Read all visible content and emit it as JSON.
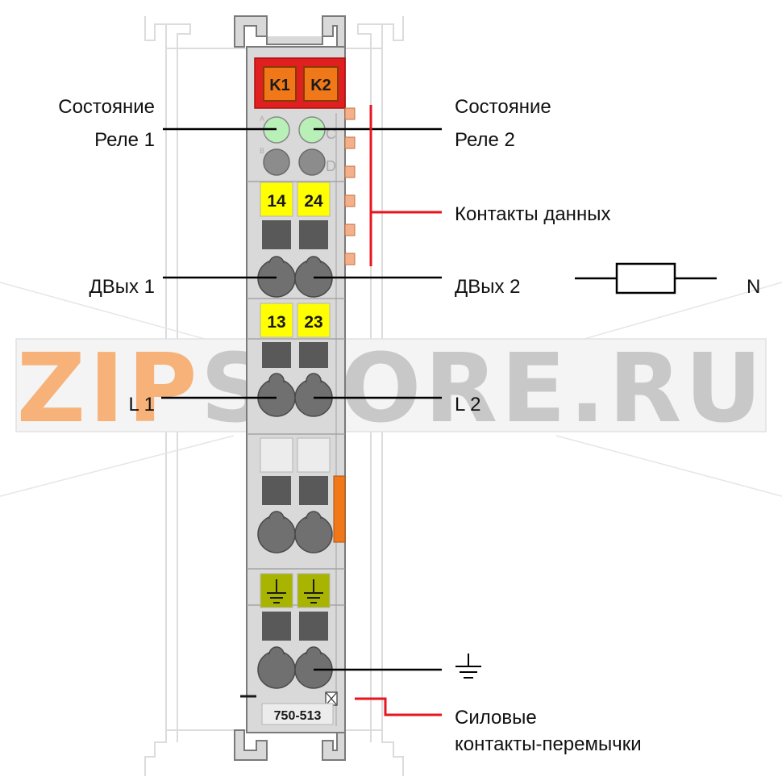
{
  "module": {
    "part_number": "750-513",
    "switch_labels": [
      "K1",
      "K2"
    ],
    "led_letters": [
      "A",
      "B",
      "C",
      "D"
    ],
    "terminal_labels_top": [
      "14",
      "24"
    ],
    "terminal_labels_mid": [
      "13",
      "23"
    ]
  },
  "labels": {
    "status_relay1_line1": "Состояние",
    "status_relay1_line2": "Реле 1",
    "status_relay2_line1": "Состояние",
    "status_relay2_line2": "Реле 2",
    "data_contacts": "Контакты данных",
    "output1": "ДВых 1",
    "output2": "ДВых 2",
    "load_neutral": "N",
    "l1": "L 1",
    "l2": "L 2",
    "power_jumper_line1": "Силовые",
    "power_jumper_line2": "контакты-перемычки"
  },
  "watermark": {
    "text_part1": "ZIP",
    "text_part2": "STORE.RU"
  },
  "colors": {
    "housing": "#d9d9d9",
    "housing_outline": "#8a8a8a",
    "red_header": "#e02020",
    "orange_switch": "#f07818",
    "led_green": "#b8f0b8",
    "led_grey": "#8c8c8c",
    "yellow_label": "#ffff00",
    "ground_label": "#a8b400",
    "dark_square": "#595959",
    "leader_red": "#e8141e",
    "watermark_orange": "#f7b27a",
    "watermark_grey": "#c8c8c8"
  }
}
